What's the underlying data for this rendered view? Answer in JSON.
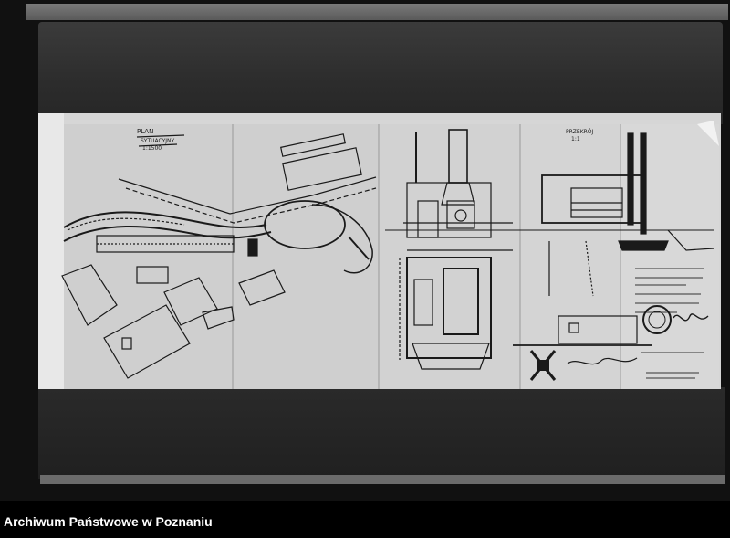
{
  "footer": {
    "archive_name": "Archiwum Państwowe w Poznaniu"
  },
  "drawing": {
    "plan_title": "PLAN",
    "plan_subtitle": "SYTUACYJNY",
    "plan_scale": "1:1500",
    "section_label": "PRZEKRÓJ",
    "section_scale": "1:1"
  },
  "colors": {
    "background": "#0b0b0b",
    "sheet": "#d6d6d6",
    "ink": "#1a1a1a",
    "footer_text": "#ffffff"
  },
  "icons": [
    "official-stamp-icon",
    "seal-icon",
    "signature-icon"
  ]
}
